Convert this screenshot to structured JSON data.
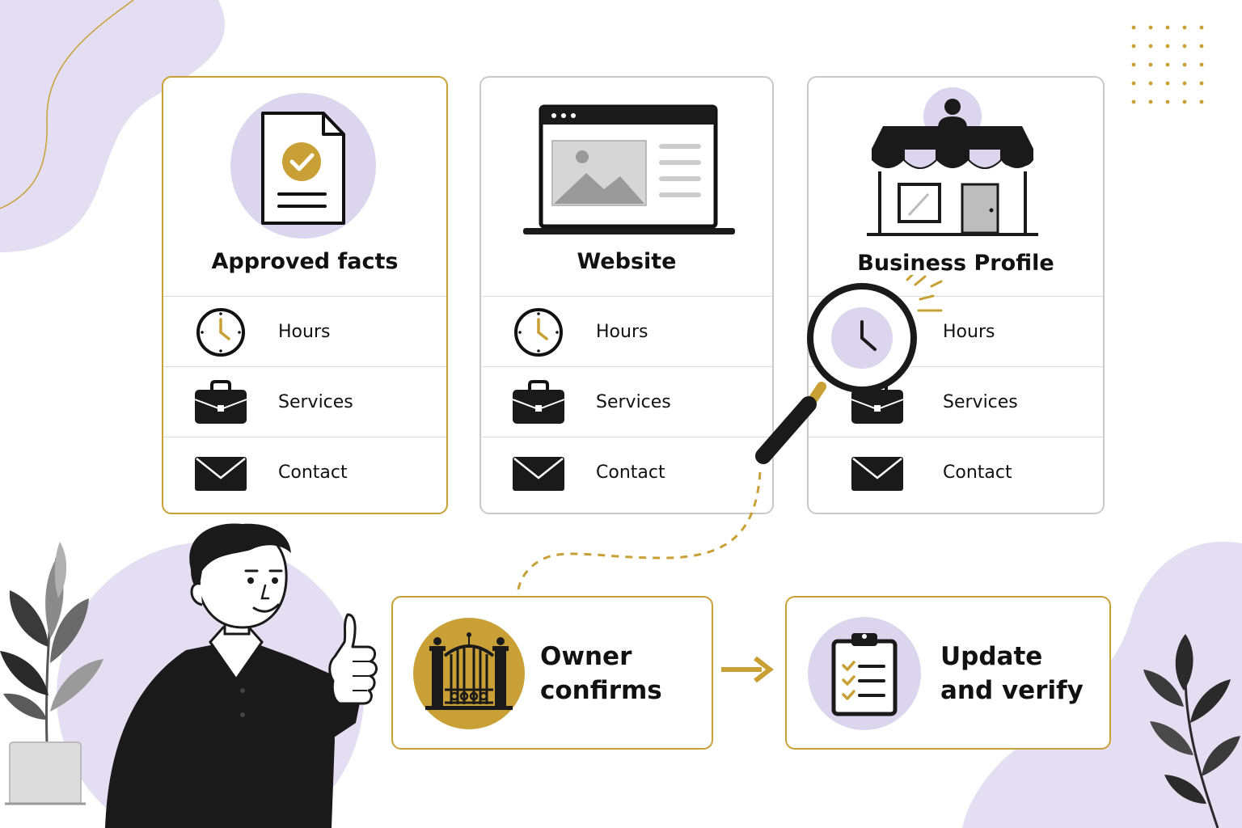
{
  "colors": {
    "accent": "#c9a035",
    "lavender": "#dcd5ee",
    "ink": "#1a1a1a"
  },
  "cards": [
    {
      "title": "Approved facts",
      "header_icon": "document-check-icon",
      "rows": [
        {
          "label": "Hours",
          "icon": "clock-icon"
        },
        {
          "label": "Services",
          "icon": "briefcase-icon"
        },
        {
          "label": "Contact",
          "icon": "envelope-icon"
        }
      ]
    },
    {
      "title": "Website",
      "header_icon": "laptop-icon",
      "rows": [
        {
          "label": "Hours",
          "icon": "clock-icon"
        },
        {
          "label": "Services",
          "icon": "briefcase-icon"
        },
        {
          "label": "Contact",
          "icon": "envelope-icon"
        }
      ]
    },
    {
      "title": "Business Profile",
      "header_icon": "storefront-icon",
      "rows": [
        {
          "label": "Hours",
          "icon": "clock-icon"
        },
        {
          "label": "Services",
          "icon": "briefcase-icon"
        },
        {
          "label": "Contact",
          "icon": "envelope-icon"
        }
      ]
    }
  ],
  "steps": [
    {
      "label": "Owner\nconfirms",
      "icon": "gate-icon"
    },
    {
      "label": "Update\nand verify",
      "icon": "clipboard-checklist-icon"
    }
  ]
}
